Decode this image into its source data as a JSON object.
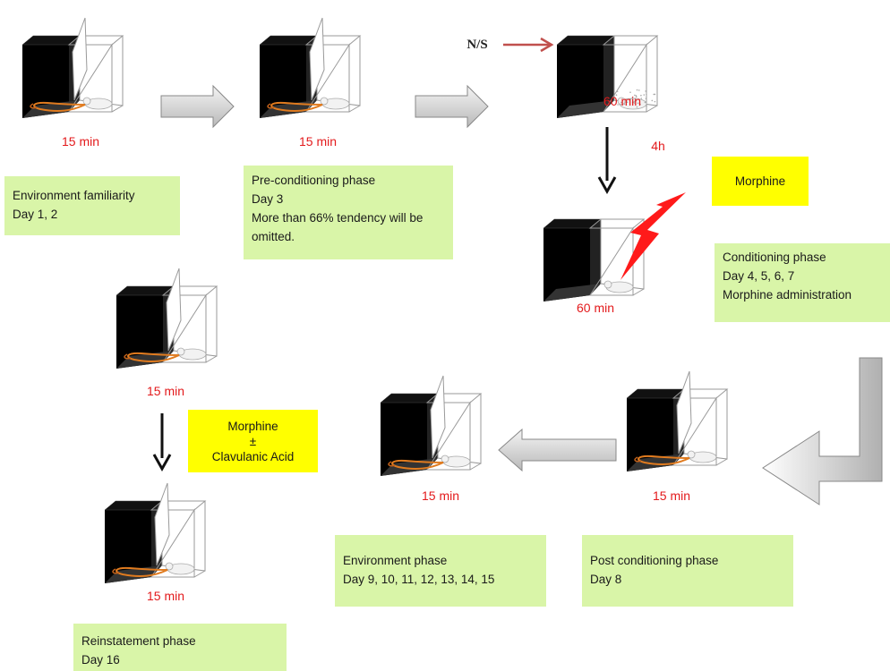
{
  "colors": {
    "phase_box": "#d9f5a8",
    "drug_box": "#ffff00",
    "time_label": "#e31a1c",
    "injection_arrow": "#c0504d",
    "lightning": "#ff1a1a"
  },
  "cages": [
    {
      "id": "familiarity",
      "time": "15 min"
    },
    {
      "id": "preconditioning",
      "time": "15 min"
    },
    {
      "id": "ns",
      "time": "60 min"
    },
    {
      "id": "conditioning",
      "time": "60 min"
    },
    {
      "id": "postconditioning",
      "time": "15 min"
    },
    {
      "id": "environment",
      "time": "15 min"
    },
    {
      "id": "reinstatement-test",
      "time": "15 min"
    },
    {
      "id": "reinstatement",
      "time": "15 min"
    }
  ],
  "phases": {
    "familiarity": {
      "lines": [
        "Environment familiarity",
        "Day 1, 2"
      ]
    },
    "preconditioning": {
      "lines": [
        "Pre-conditioning phase",
        "Day 3",
        "More than 66% tendency will be",
        "omitted."
      ]
    },
    "conditioning": {
      "lines": [
        "Conditioning phase",
        "Day 4, 5, 6, 7",
        "Morphine administration"
      ]
    },
    "postconditioning": {
      "lines": [
        "Post conditioning phase",
        "Day 8"
      ]
    },
    "environment": {
      "lines": [
        "Environment phase",
        "Day 9, 10, 11, 12, 13, 14, 15"
      ]
    },
    "reinstatement": {
      "lines": [
        "Reinstatement phase",
        "Day 16"
      ]
    }
  },
  "drugs": {
    "morphine": {
      "lines": [
        "Morphine"
      ]
    },
    "reinstatement": {
      "lines": [
        "Morphine",
        "±",
        "Clavulanic Acid"
      ]
    }
  },
  "labels": {
    "ns": "N/S",
    "interval": "4h"
  }
}
